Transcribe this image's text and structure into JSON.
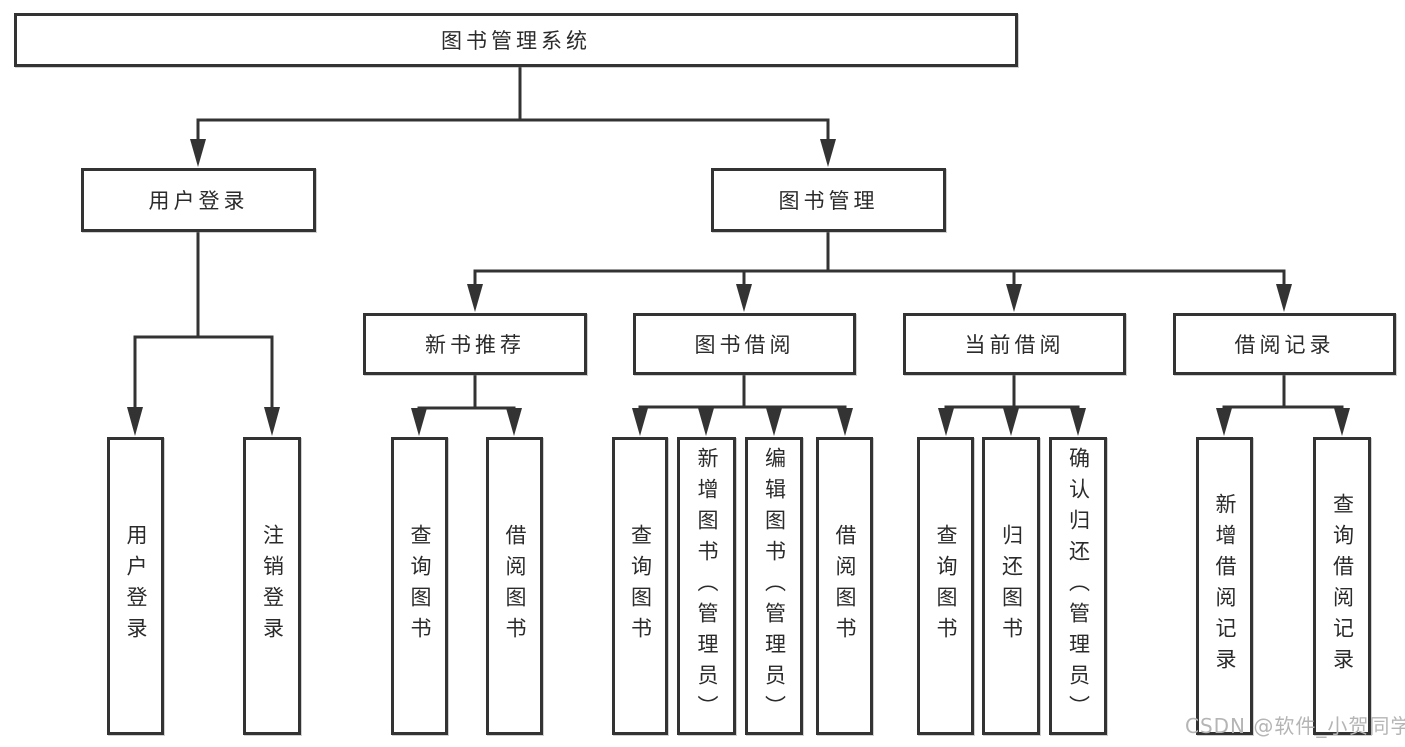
{
  "watermark": "CSDN @软件_小贺同学",
  "tree": {
    "root": "图书管理系统",
    "branches": [
      {
        "label": "用户登录",
        "leaves": [
          "用户登录",
          "注销登录"
        ]
      },
      {
        "label": "图书管理",
        "groups": [
          {
            "label": "新书推荐",
            "leaves": [
              "查询图书",
              "借阅图书"
            ]
          },
          {
            "label": "图书借阅",
            "leaves": [
              "查询图书",
              "新增图书（管理员）",
              "编辑图书（管理员）",
              "借阅图书"
            ]
          },
          {
            "label": "当前借阅",
            "leaves": [
              "查询图书",
              "归还图书",
              "确认归还（管理员）"
            ]
          },
          {
            "label": "借阅记录",
            "leaves": [
              "新增借阅记录",
              "查询借阅记录"
            ]
          }
        ]
      }
    ]
  },
  "colors": {
    "line": "#333333",
    "text": "#2b2b2b",
    "watermark": "#b5b5b5",
    "background": "#ffffff"
  }
}
